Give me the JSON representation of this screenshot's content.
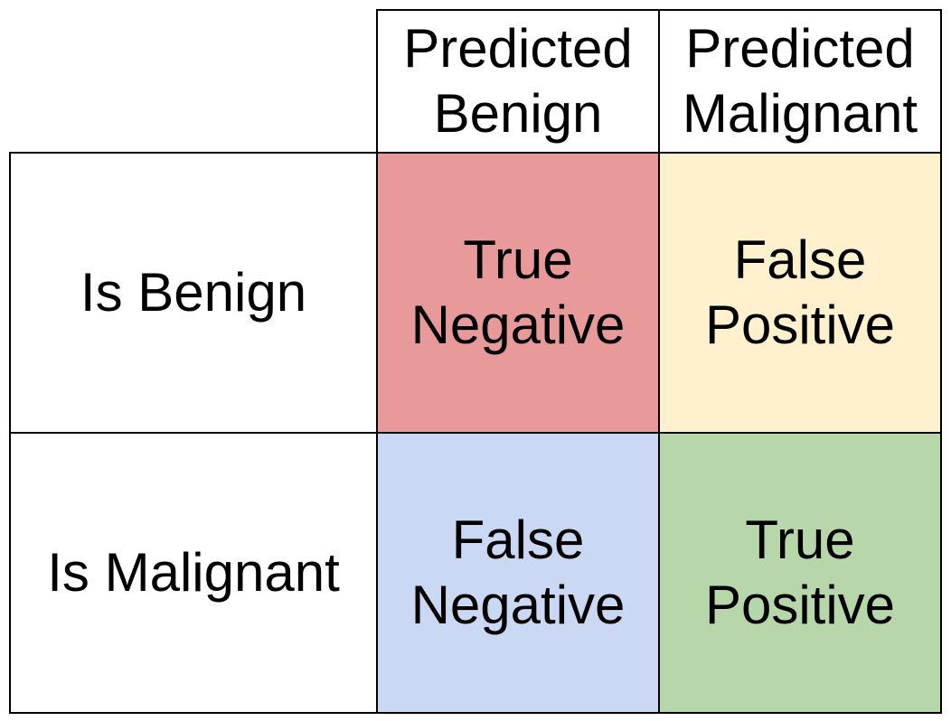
{
  "columns": [
    {
      "line1": "Predicted",
      "line2": "Benign"
    },
    {
      "line1": "Predicted",
      "line2": "Malignant"
    }
  ],
  "rows": [
    {
      "label": "Is Benign"
    },
    {
      "label": "Is Malignant"
    }
  ],
  "cells": [
    [
      {
        "line1": "True",
        "line2": "Negative",
        "color": "#e8999a"
      },
      {
        "line1": "False",
        "line2": "Positive",
        "color": "#fff1cd"
      }
    ],
    [
      {
        "line1": "False",
        "line2": "Negative",
        "color": "#cad8f4"
      },
      {
        "line1": "True",
        "line2": "Positive",
        "color": "#b7d6a9"
      }
    ]
  ]
}
